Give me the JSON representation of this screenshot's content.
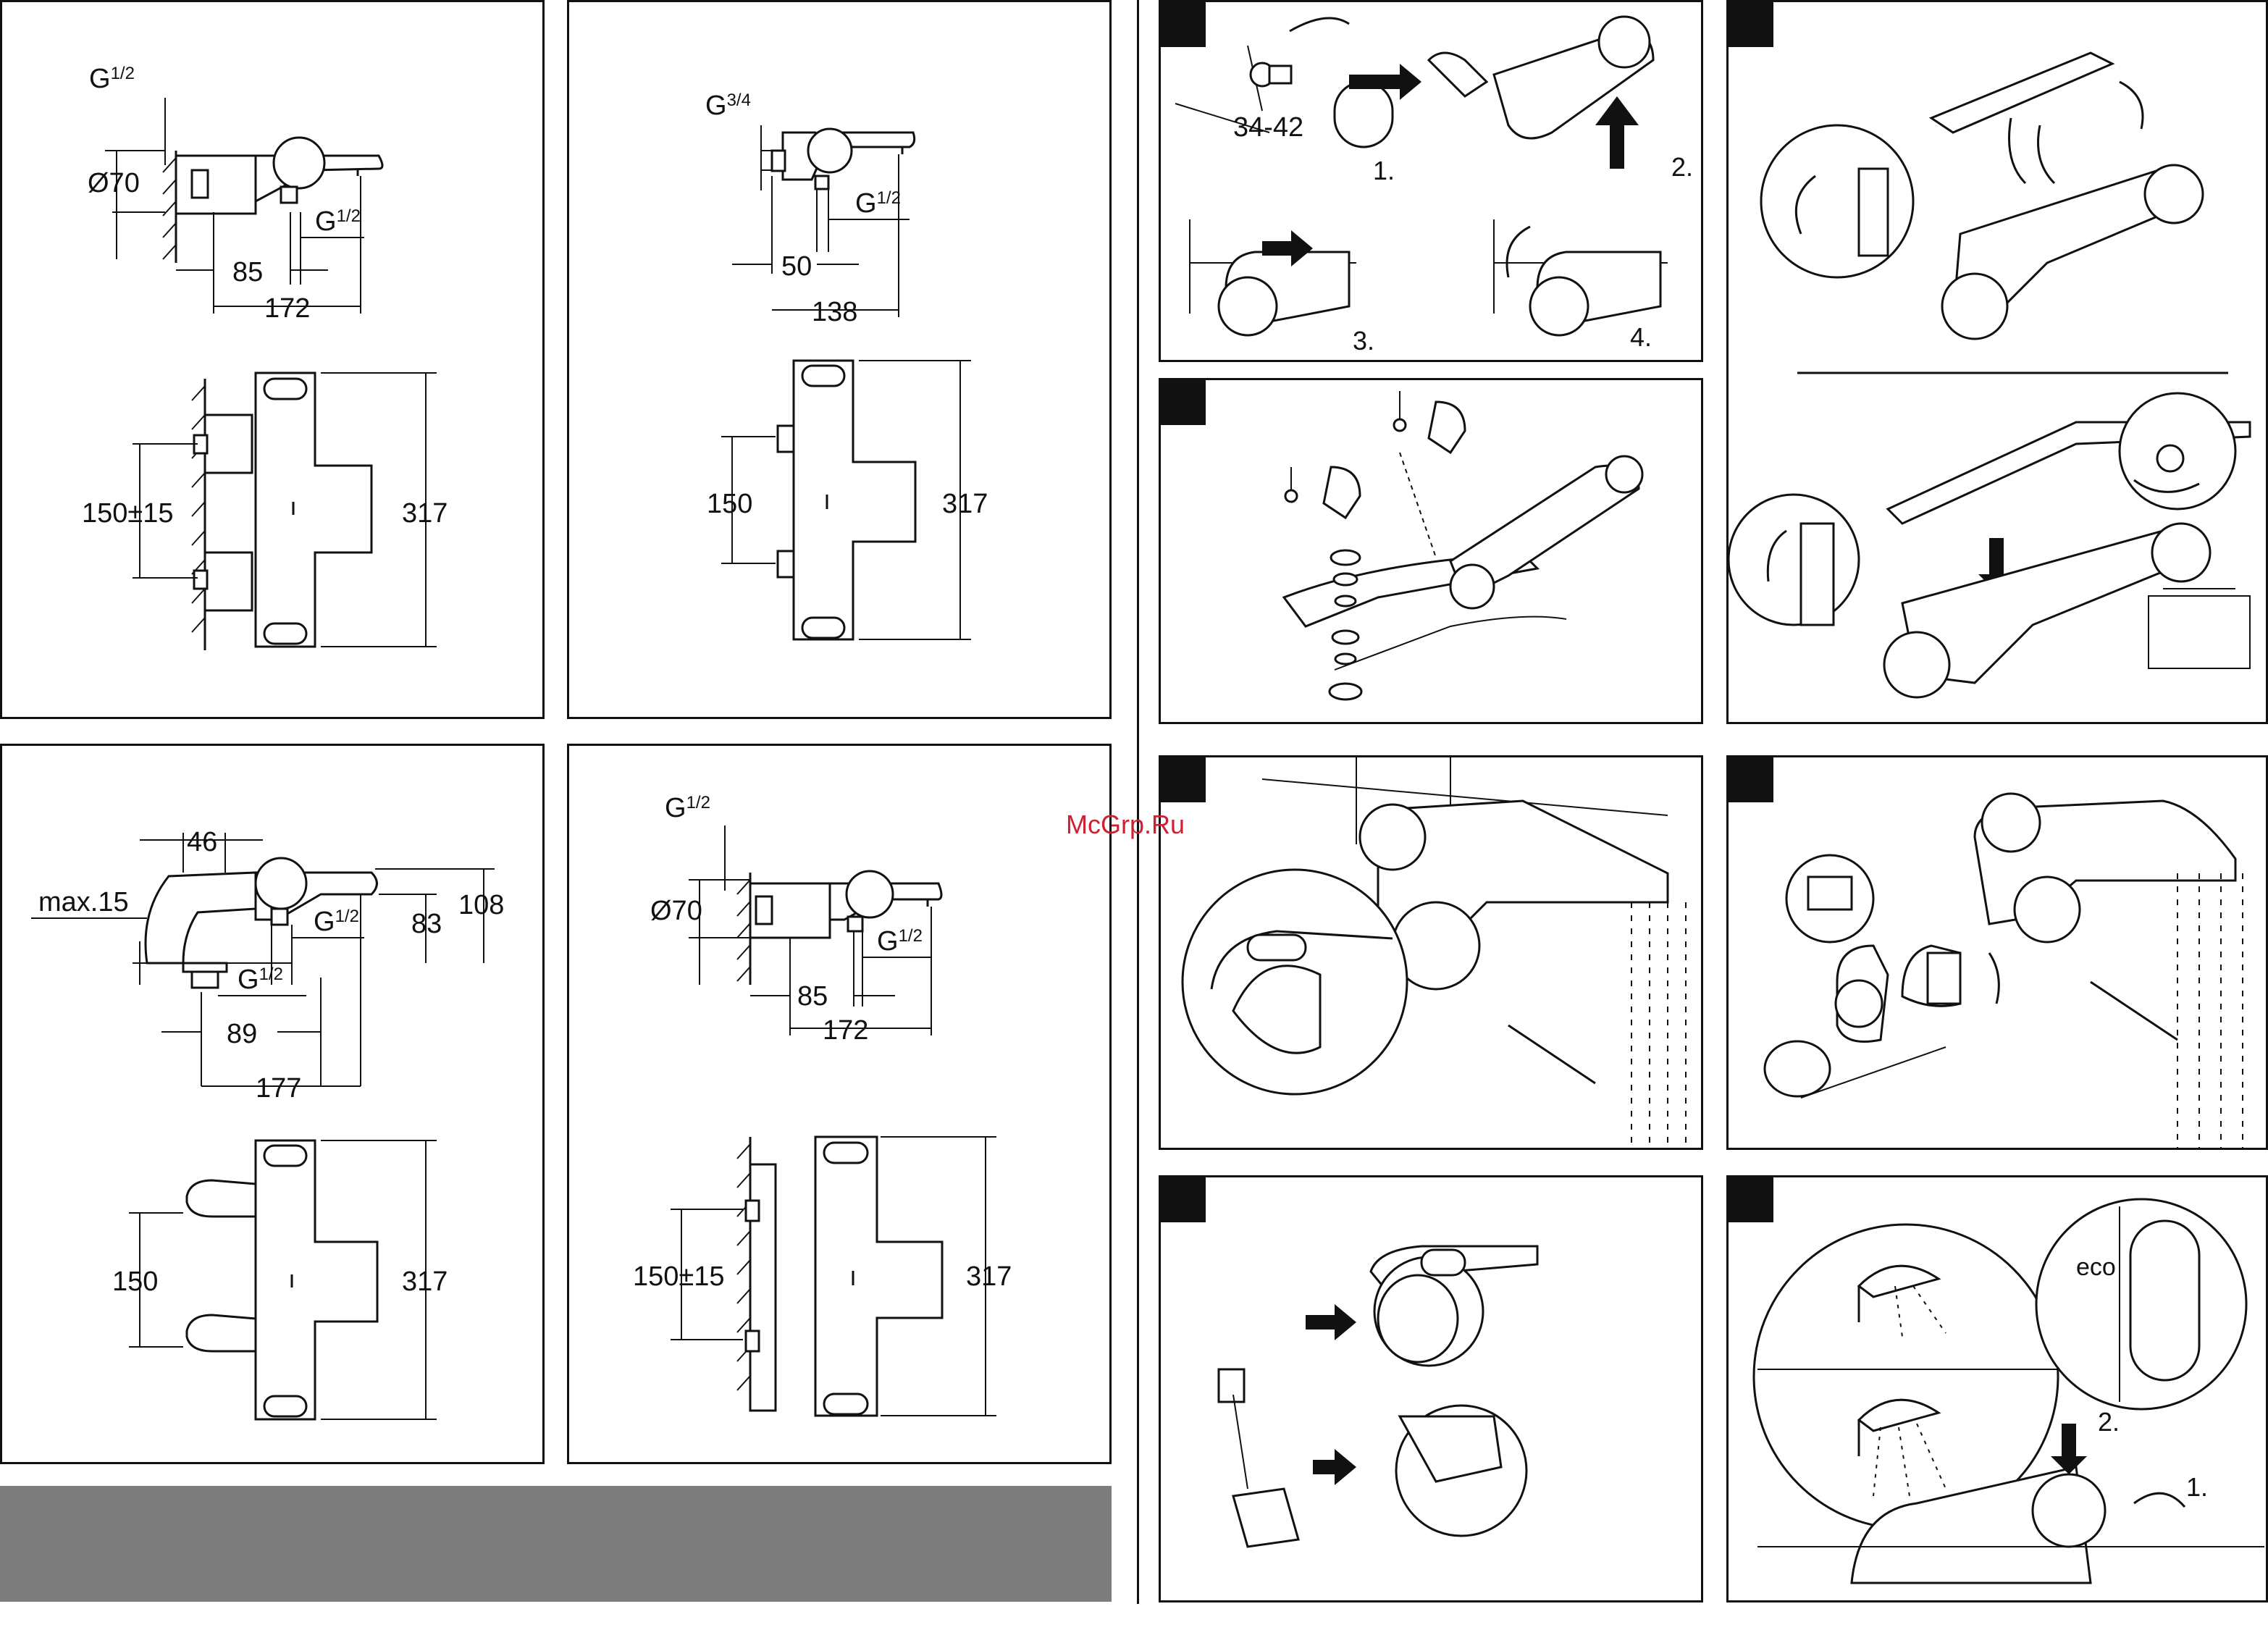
{
  "dimensions": {
    "p1": {
      "thread_top_base": "G",
      "thread_top_frac": "1/2",
      "diameter": "Ø70",
      "thread_bottom_base": "G",
      "thread_bottom_frac": "1/2",
      "d85": "85",
      "d172": "172",
      "d150": "150±15",
      "d317": "317"
    },
    "p2": {
      "thread_top_base": "G",
      "thread_top_frac": "3/4",
      "thread_bottom_base": "G",
      "thread_bottom_frac": "1/2",
      "d50": "50",
      "d138": "138",
      "d150": "150",
      "d317": "317"
    },
    "p3": {
      "d46": "46",
      "max15": "max.15",
      "thread_a_base": "G",
      "thread_a_frac": "1/2",
      "thread_b_base": "G",
      "thread_b_frac": "1/2",
      "d83": "83",
      "d108": "108",
      "d89": "89",
      "d177": "177",
      "d150": "150",
      "d317": "317"
    },
    "p4": {
      "thread_top_base": "G",
      "thread_top_frac": "1/2",
      "diameter": "Ø70",
      "thread_bottom_base": "G",
      "thread_bottom_frac": "1/2",
      "d85": "85",
      "d172": "172",
      "d150": "150±15",
      "d317": "317"
    }
  },
  "steps": {
    "install": {
      "range": "34-42",
      "s1": "1.",
      "s2": "2.",
      "s3": "3.",
      "s4": "4."
    },
    "operate": {
      "s1": "1.",
      "s2": "2.",
      "eco": "eco"
    }
  },
  "watermark": "McGrp.Ru",
  "colors": {
    "ink": "#111111",
    "gray_bar": "#7d7d7d",
    "watermark": "#cc2233"
  }
}
